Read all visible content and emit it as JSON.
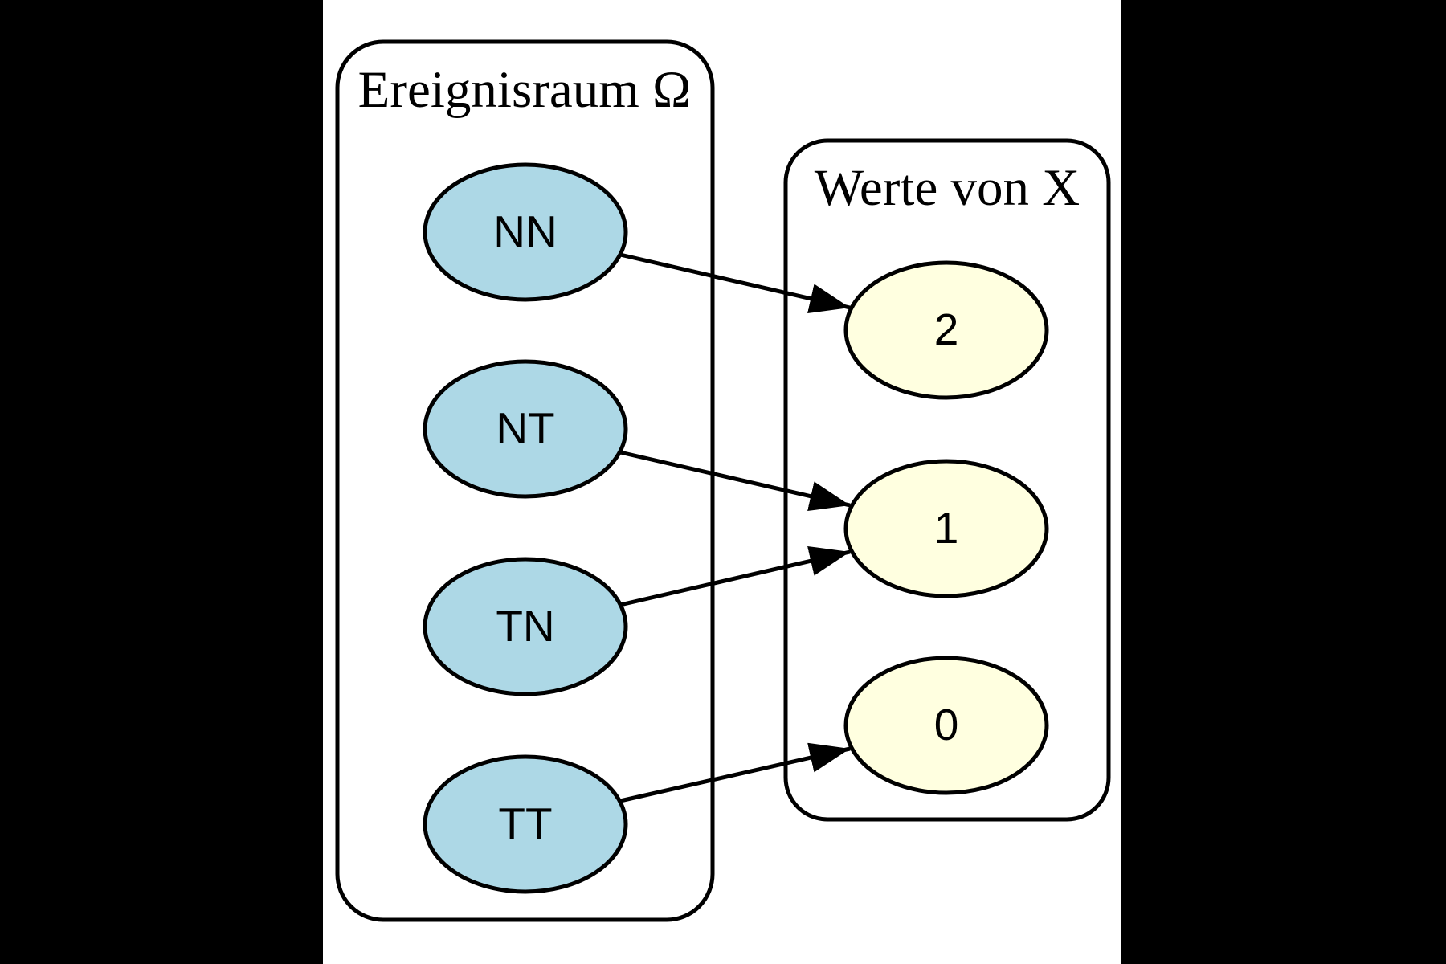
{
  "colors": {
    "page_background": "#000000",
    "canvas_background": "#ffffff",
    "outcome_node_fill": "#add8e6",
    "value_node_fill": "#ffffe0",
    "stroke": "#000000"
  },
  "diagram": {
    "sample_space": {
      "title": "Ereignisraum Ω",
      "nodes": [
        {
          "id": "NN",
          "label": "NN"
        },
        {
          "id": "NT",
          "label": "NT"
        },
        {
          "id": "TN",
          "label": "TN"
        },
        {
          "id": "TT",
          "label": "TT"
        }
      ]
    },
    "values": {
      "title": "Werte von X",
      "nodes": [
        {
          "id": "2",
          "label": "2"
        },
        {
          "id": "1",
          "label": "1"
        },
        {
          "id": "0",
          "label": "0"
        }
      ]
    },
    "mappings": [
      {
        "from": "NN",
        "to": "2"
      },
      {
        "from": "NT",
        "to": "1"
      },
      {
        "from": "TN",
        "to": "1"
      },
      {
        "from": "TT",
        "to": "0"
      }
    ]
  }
}
